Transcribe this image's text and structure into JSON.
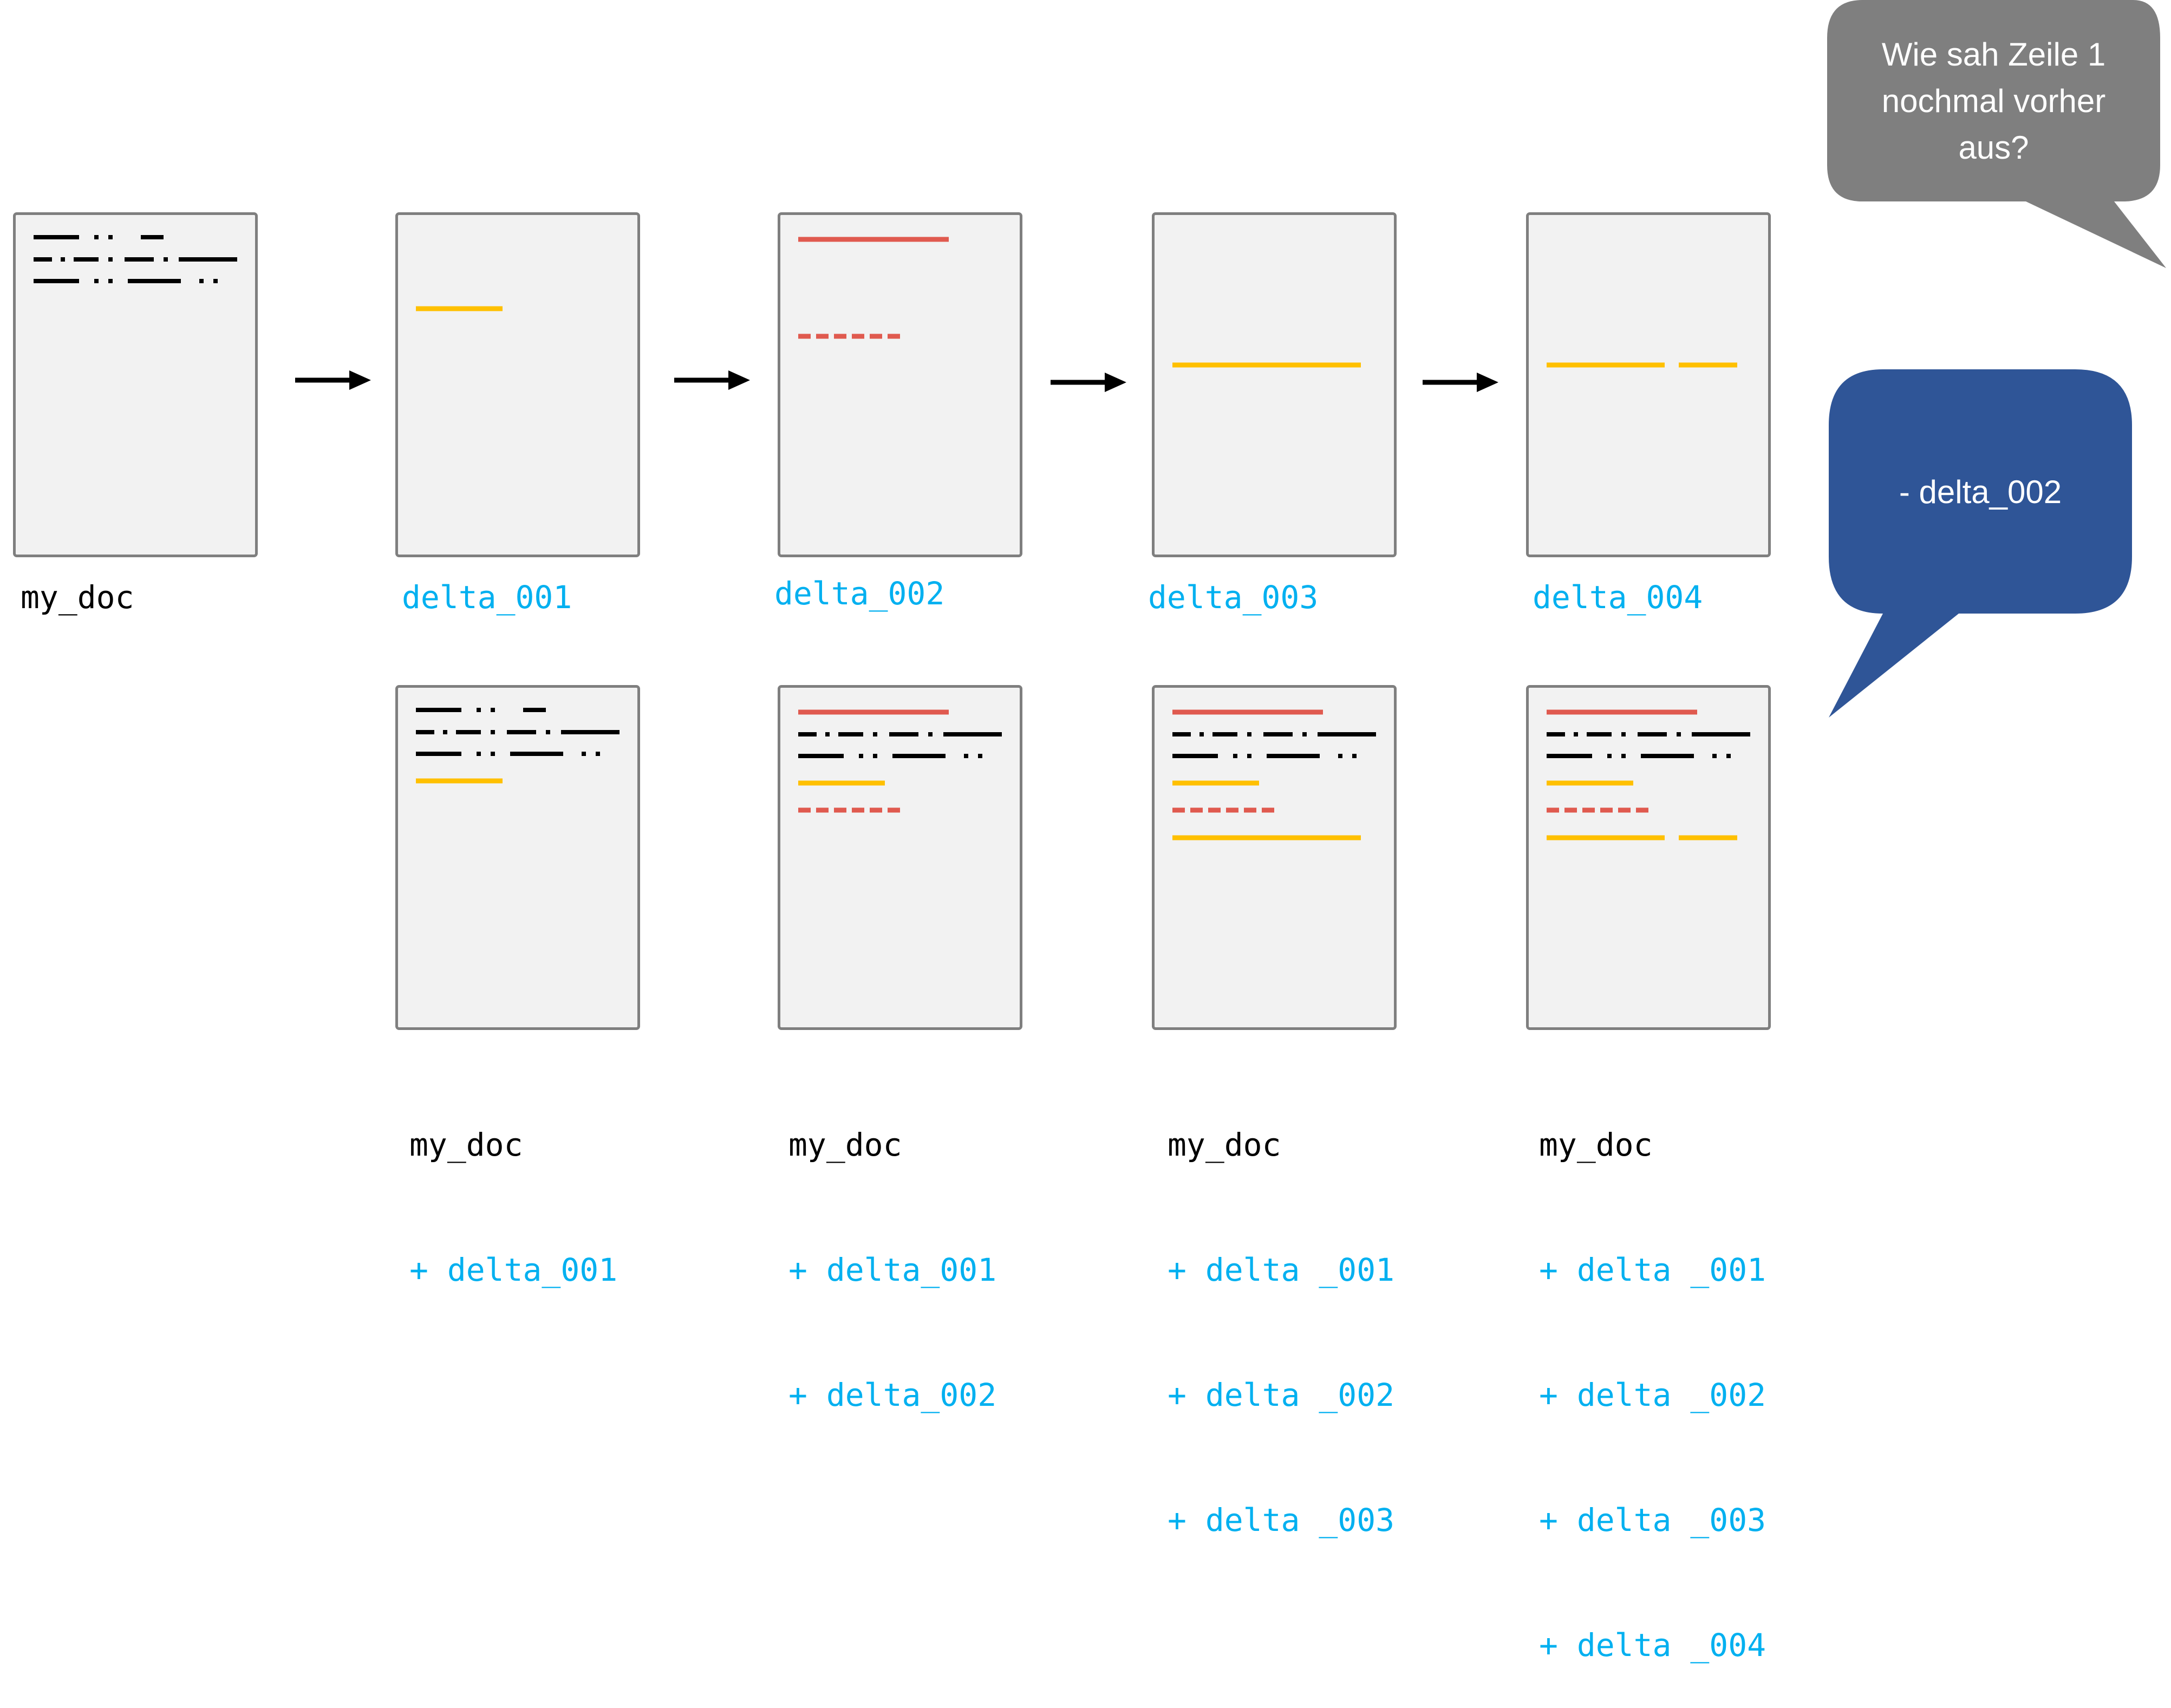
{
  "colors": {
    "doc_fill": "#f2f2f2",
    "doc_border": "#7f7f7f",
    "base_text_lines": "#000000",
    "delta_add_yellow": "#ffc000",
    "delta_red": "#e05a4f",
    "label_blue": "#00b0f0",
    "bubble_gray": "#7f7f7f",
    "bubble_blue": "#2f5597"
  },
  "top_row": {
    "base_label": "my_doc",
    "delta_labels": [
      "delta_001",
      "delta_002",
      "delta_003",
      "delta_004"
    ]
  },
  "bottom_row": {
    "merged": [
      {
        "base": "my_doc",
        "lines": [
          "+ delta_001"
        ]
      },
      {
        "base": "my_doc",
        "lines": [
          "+ delta_001",
          "+ delta_002"
        ]
      },
      {
        "base": "my_doc",
        "lines": [
          "+ delta _001",
          "+ delta _002",
          "+ delta _003"
        ]
      },
      {
        "base": "my_doc",
        "lines": [
          "+ delta _001",
          "+ delta _002",
          "+ delta _003",
          "+ delta _004"
        ]
      }
    ]
  },
  "bubbles": {
    "question_lines": [
      "Wie sah Zeile 1",
      "nochmal vorher",
      "aus?"
    ],
    "answer": "- delta_002"
  }
}
